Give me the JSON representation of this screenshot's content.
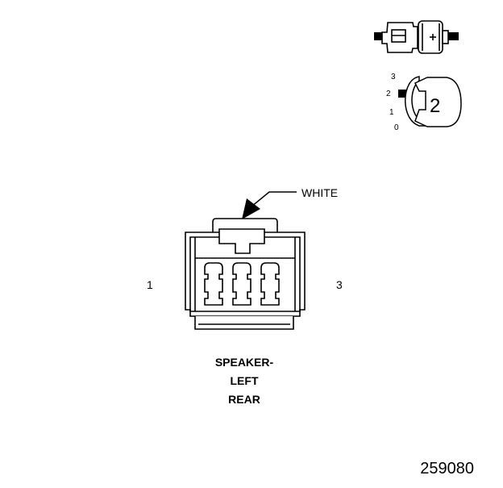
{
  "inset_key": {
    "positions": [
      "3",
      "2",
      "1",
      "0"
    ],
    "key_number": "2"
  },
  "connector": {
    "color_callout": "WHITE",
    "pin_left": "1",
    "pin_right": "3"
  },
  "caption": {
    "line1": "SPEAKER-",
    "line2": "LEFT",
    "line3": "REAR"
  },
  "figure_id": "259080"
}
